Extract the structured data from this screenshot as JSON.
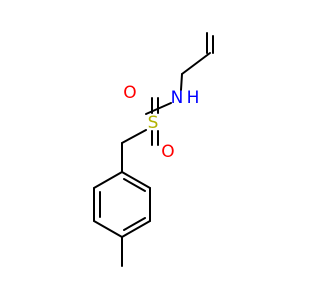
{
  "molecule": {
    "atoms": {
      "sulfur": "S",
      "oxygen_top": "O",
      "oxygen_bottom": "O",
      "nitrogen": "N",
      "hydrogen": "H"
    },
    "colors": {
      "bond": "#000000",
      "sulfur": "#b2b200",
      "oxygen": "#ff0000",
      "nitrogen": "#0000ff"
    }
  }
}
